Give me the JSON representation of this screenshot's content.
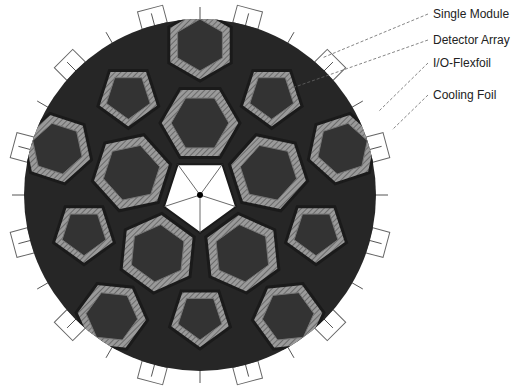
{
  "diagram": {
    "labels": [
      "Single Module",
      "Detector Array",
      "I/O-Flexfoil",
      "Cooling Foil"
    ]
  }
}
